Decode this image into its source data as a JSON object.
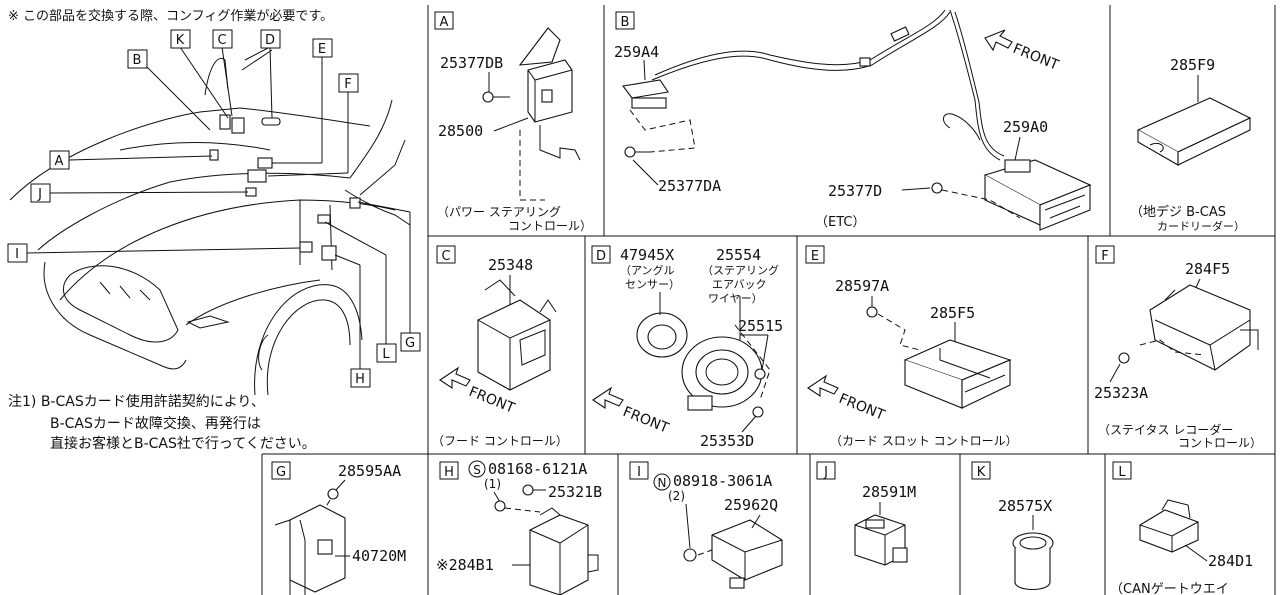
{
  "header_note": "※ この部品を交換する際、コンフィグ作業が必要です。",
  "footnote": {
    "lines": [
      "注1) B-CASカード使用許諾契約により、",
      "B-CASカード故障交換、再発行は",
      "直接お客様とB-CAS社で行ってください。"
    ]
  },
  "overview_letters": [
    "B",
    "K",
    "C",
    "D",
    "E",
    "F",
    "A",
    "J",
    "I",
    "H",
    "L",
    "G"
  ],
  "panels": {
    "A": {
      "letter": "A",
      "parts": [
        "25377DB",
        "28500"
      ],
      "caption": [
        "（パワー ステアリング",
        "コントロール）"
      ]
    },
    "B": {
      "letter": "B",
      "parts": [
        "259A4",
        "25377DA",
        "259A0",
        "25377D"
      ],
      "caption": "（ETC）",
      "front": "FRONT"
    },
    "C285": {
      "parts": [
        "285F9"
      ],
      "caption": [
        "（地デジ B-CAS",
        "カードリーダー）"
      ]
    },
    "C": {
      "letter": "C",
      "parts": [
        "25348"
      ],
      "caption": "（フード コントロール）",
      "front": "FRONT"
    },
    "D": {
      "letter": "D",
      "parts": [
        "47945X",
        "25554",
        "25515",
        "25353D"
      ],
      "sub1": [
        "（アングル",
        "センサー）"
      ],
      "sub2": [
        "（ステアリング",
        "エアバック",
        "ワイヤー）"
      ],
      "front": "FRONT"
    },
    "E": {
      "letter": "E",
      "parts": [
        "28597A",
        "285F5"
      ],
      "caption": "（カード スロット コントロール）",
      "front": "FRONT"
    },
    "F": {
      "letter": "F",
      "parts": [
        "284F5",
        "25323A"
      ],
      "caption": [
        "（ステイタス レコーダー",
        "コントロール）"
      ]
    },
    "G": {
      "letter": "G",
      "parts": [
        "28595AA",
        "40720M"
      ]
    },
    "H": {
      "letter": "H",
      "parts": [
        "08168-6121A",
        "(1)",
        "25321B",
        "※284B1"
      ]
    },
    "I": {
      "letter": "I",
      "parts": [
        "08918-3061A",
        "(2)",
        "25962Q"
      ]
    },
    "J": {
      "letter": "J",
      "parts": [
        "28591M"
      ]
    },
    "K": {
      "letter": "K",
      "parts": [
        "28575X"
      ]
    },
    "L": {
      "letter": "L",
      "parts": [
        "284D1"
      ],
      "caption": "（CANゲートウエイ"
    }
  }
}
